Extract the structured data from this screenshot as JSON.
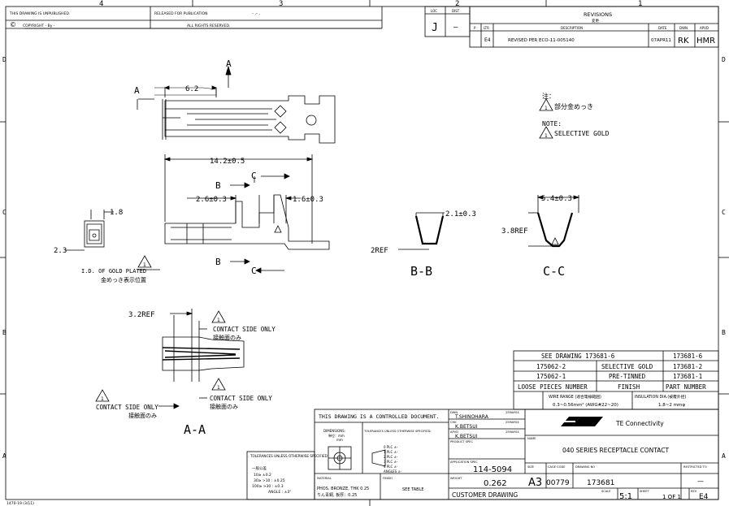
{
  "zones": {
    "top": [
      "4",
      "3",
      "2",
      "1"
    ],
    "left": [
      "D",
      "C",
      "B",
      "A"
    ],
    "right": [
      "D",
      "C",
      "B",
      "A"
    ]
  },
  "header": {
    "unpublished": "THIS DRAWING IS UNPUBLISHED.",
    "copyright": "COPYRIGHT -    By -",
    "released": "RELEASED FOR PUBLICATION",
    "released_val": "- ,- ,",
    "rights": "ALL RIGHTS RESERVED.",
    "loc_label": "LOC",
    "loc": "J",
    "dist_label": "DIST",
    "dist": "—"
  },
  "revisions": {
    "title": "REVISIONS",
    "title_cn": "変更",
    "cols": [
      "P",
      "LTR",
      "DESCRIPTION",
      "DATE",
      "DWN",
      "APVD"
    ],
    "row": {
      "ltr": "E4",
      "desc": "REVISED PER ECO-11-005140",
      "date": "07APR11",
      "dwn": "RK",
      "apvd": "HMR"
    }
  },
  "notes": {
    "cn_head": "注：",
    "cn": "部分金めっき",
    "head": "NOTE:",
    "text": "SELECTIVE GOLD"
  },
  "dims": {
    "d62": "6.2",
    "A": "A",
    "d142": "14.2±0.5",
    "d26": "2.6±0.3",
    "d16": "1.6±0.3",
    "B": "B",
    "C": "C",
    "d18": "1.8",
    "d23": "2.3",
    "d21": "2.1±0.3",
    "ref2": "2REF",
    "d54": "5.4±0.3",
    "ref38": "3.8REF",
    "bb": "B-B",
    "cc": "C-C",
    "aa": "A-A",
    "tri1": "1",
    "gold_pos": "I.D. OF GOLD PLATED",
    "gold_pos_cn": "金めっき表示位置",
    "ref32": "3.2REF",
    "contact": "CONTACT SIDE ONLY",
    "contact_cn": "接触面のみ"
  },
  "parts": {
    "see": "SEE DRAWING 173681-6",
    "see_num": "173681-6",
    "rows": [
      {
        "pn": "175062-2",
        "finish": "SELECTIVE GOLD",
        "part": "173681-2"
      },
      {
        "pn": "175062-1",
        "finish": "PRE-TINNED",
        "part": "173681-1"
      }
    ],
    "hdr": {
      "loose": "LOOSE PIECES NUMBER",
      "finish": "FINISH",
      "part": "PART NUMBER"
    },
    "wire_range": "WIRE RANGE (適合電線範囲)",
    "wire_val": "0.3~0.56mm² (AWG#22~20)",
    "insul": "INSULATION DIA.(被覆外径)",
    "insul_val": "1.8~2 mmφ"
  },
  "title_block": {
    "controlled": "THIS DRAWING IS A CONTROLLED DOCUMENT.",
    "dimensions": "DIMENSIONS:",
    "dim_cn": "単位：mm",
    "dim_unit": "mm",
    "tol_head": "TOLERANCES UNLESS OTHERWISE SPECIFIED:",
    "tol_rows": [
      "0 PLC  ±-",
      "1 PLC  ±-",
      "2 PLC  ±-",
      "3 PLC  ±-",
      "4 PLC  ±-",
      "ANGLES  ±-"
    ],
    "dwn_label": "DWN",
    "dwn": "T.SHINOHARA",
    "dwn_date": "25MAY04",
    "chk_label": "CHK",
    "chk": "K.BETSUI",
    "chk_date": "25MAY04",
    "apvd_label": "APVD",
    "apvd": "K.BETSUI",
    "apvd_date": "25MAY04",
    "product_spec": "PRODUCT SPEC",
    "app_spec": "APPLICATION SPEC",
    "app_spec_val": "114-5094",
    "weight_label": "WEIGHT",
    "weight": "0.262",
    "customer": "CUSTOMER DRAWING",
    "material_label": "MATERIAL",
    "material": "PHOS. BRONZE, THK 0.25",
    "material_cn": "りん青銅, 板厚：0.25",
    "finish_label": "FINISH",
    "finish": "SEE TABLE",
    "company": "TE Connectivity",
    "name_label": "NAME",
    "name": "040 SERIES RECEPTACLE CONTACT",
    "size_label": "SIZE",
    "size": "A3",
    "cage_label": "CAGE CODE",
    "cage": "00779",
    "dwgno_label": "DRAWING NO",
    "dwgno": "173681",
    "restricted": "RESTRICTED TO",
    "restricted_val": "—",
    "scale_label": "SCALE",
    "scale": "5:1",
    "sheet_label": "SHEET",
    "sheet": "1 OF 1",
    "rev_label": "REV",
    "rev": "E4"
  },
  "general_tol": {
    "head": "TOLERANCES UNLESS OTHERWISE SPECIFIED",
    "cn": "一般公差",
    "rows": [
      "10≥      ±0.2",
      "30≥ >10 : ±0.25",
      "100≥ >30 : ±0.3",
      "ANGLE : ±3°"
    ]
  },
  "form": "1470-19 (3/11)"
}
